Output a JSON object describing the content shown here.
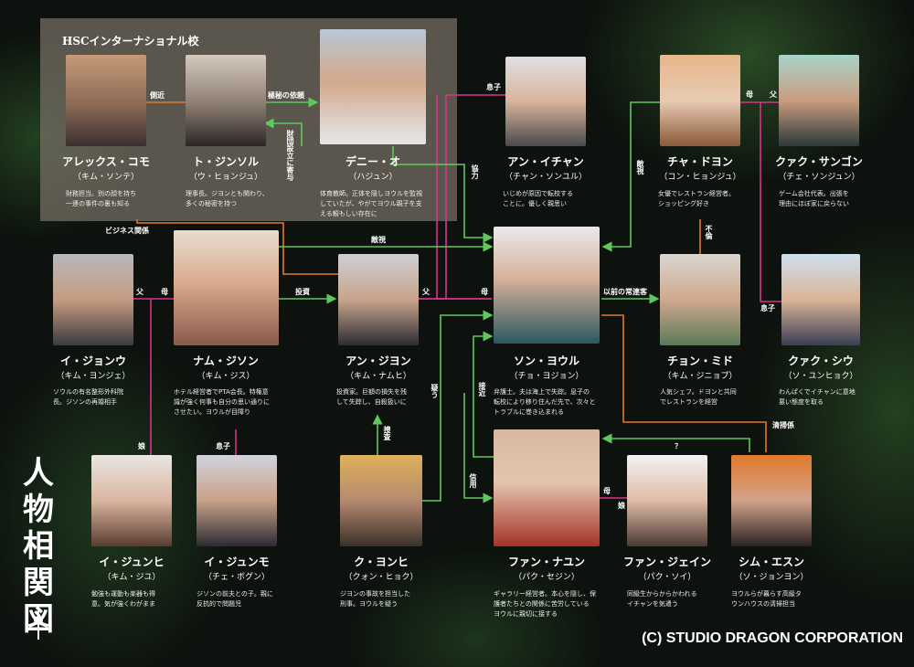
{
  "diagram_title": "人物相関図",
  "copyright": "(C) STUDIO DRAGON CORPORATION",
  "school_label": "HSCインターナショナル校",
  "colors": {
    "green": "#5ec85a",
    "orange": "#e2782e",
    "pink": "#d9338a"
  },
  "people": {
    "alex": {
      "name": "アレックス・コモ",
      "actor": "（キム・ソンテ）",
      "desc": "財務担当。別の顔を持ち\n一連の事件の裏も知る",
      "photo": [
        "#c79a78",
        "#3a3030"
      ]
    },
    "tojinsol": {
      "name": "ト・ジンソル",
      "actor": "（ウ・ヒョンジュ）",
      "desc": "理事長。ジヨンとも関わり、\n多くの秘密を持つ",
      "photo": [
        "#d6c9bd",
        "#2a2526"
      ]
    },
    "danny": {
      "name": "デニー・オ",
      "actor": "（ハジュン）",
      "desc": "体育教師。正体を隠しヨウルを監視\nしていたが、やがてヨウル親子を支\nえる頼もしい存在に",
      "photo": [
        "#d3a98c",
        "#e6e6ea"
      ]
    },
    "ichan": {
      "name": "アン・イチャン",
      "actor": "（チャン・ソンユル）",
      "desc": "いじめが原因で転校する\nことに。優しく親思い",
      "photo": [
        "#dfdfe3",
        "#4a4a4e"
      ]
    },
    "doyon": {
      "name": "チャ・ドヨン",
      "actor": "（コン・ヒョンジュ）",
      "desc": "女優でレストラン経営者。\nショッピング好き",
      "photo": [
        "#e8b68b",
        "#8a5a3a"
      ]
    },
    "sangon": {
      "name": "クァク・サンゴン",
      "actor": "（チェ・ソンジュン）",
      "desc": "ゲーム会社代表。出張を\n理由にほぼ家に戻らない",
      "photo": [
        "#a7d4c9",
        "#2c3a3a"
      ]
    },
    "jongwoo": {
      "name": "イ・ジョンウ",
      "actor": "（キム・ヨンジェ）",
      "desc": "ソウルの有名整形外科院\n長。ジソンの再婚相手",
      "photo": [
        "#b7b7bb",
        "#3a3a40"
      ]
    },
    "jison": {
      "name": "ナム・ジソン",
      "actor": "（キム・ジス）",
      "desc": "ホテル経営者でPTA会長。特権意\n識が強く何事も自分の思い通りに\nさせたい。ヨウルが目障り",
      "photo": [
        "#e8ddcf",
        "#8a5a4a"
      ]
    },
    "jiyon": {
      "name": "アン・ジヨン",
      "actor": "（キム・ナムヒ）",
      "desc": "投資家。巨額の損失を残\nして失踪し、自殺扱いに",
      "photo": [
        "#cfd0d4",
        "#2c2c34"
      ]
    },
    "youl": {
      "name": "ソン・ヨウル",
      "actor": "（チョ・ヨジョン）",
      "desc": "弁護士。夫は海上で失踪。息子の\n転校により移り住んだ先で、次々と\nトラブルに巻き込まれる",
      "photo": [
        "#e9e9ea",
        "#2a5860"
      ]
    },
    "mido": {
      "name": "チョン・ミド",
      "actor": "（キム・ジニョプ）",
      "desc": "人気シェフ。ドヨンと共同\nでレストランを経営",
      "photo": [
        "#dad7d2",
        "#5a7a58"
      ]
    },
    "siu": {
      "name": "クァク・シウ",
      "actor": "（ソ・ユンヒョク）",
      "desc": "わんぱくでイチャンに意地\n悪い態度を取る",
      "photo": [
        "#cfe0ef",
        "#3a3f55"
      ]
    },
    "junhi": {
      "name": "イ・ジュンヒ",
      "actor": "（キム・ジユ）",
      "desc": "勉強も運動も楽器も得\n意。気が強くわがまま",
      "photo": [
        "#eae6e1",
        "#5a3b30"
      ]
    },
    "junmo": {
      "name": "イ・ジュンモ",
      "actor": "（チェ・ボグン）",
      "desc": "ジソンの前夫との子。親に\n反抗的で問題児",
      "photo": [
        "#d0d4dc",
        "#2b2b33"
      ]
    },
    "yonhi": {
      "name": "ク・ヨンヒ",
      "actor": "（クォン・ヒョク）",
      "desc": "ジヨンの事故を担当した\n刑事。ヨウルを疑う",
      "photo": [
        "#e0b15a",
        "#3a3028"
      ]
    },
    "nayun": {
      "name": "ファン・ナユン",
      "actor": "（パク・セジン）",
      "desc": "ギャラリー経営者。本心を隠し、保\n護者たちとの関係に苦労している\nヨウルに親切に接する",
      "photo": [
        "#d8b9a0",
        "#a33326"
      ]
    },
    "jein": {
      "name": "ファン・ジェイン",
      "actor": "（パク・ソイ）",
      "desc": "同級生からからかわれる\nイチャンを気遣う",
      "photo": [
        "#f2f2f2",
        "#4a3a33"
      ]
    },
    "esun": {
      "name": "シム・エスン",
      "actor": "（ソ・ジョンヨン）",
      "desc": "ヨウルらが暮らす高級タ\nウンハウスの清掃担当",
      "photo": [
        "#e07a2a",
        "#2a2222"
      ]
    }
  },
  "relations": {
    "sokkin": "側近",
    "gokuhi": "極秘の依頼",
    "zaidan": "財団設立に寄与",
    "musuko1": "息子",
    "kyoryoku": "協力",
    "tekishi1": "敵視",
    "haha1": "母",
    "chichi1": "父",
    "business": "ビジネス関係",
    "tekishi2": "敵視",
    "fu_rin": "不倫",
    "chichi2": "父",
    "haha2": "母",
    "toshi": "投資",
    "chichi3": "父",
    "haha3": "母",
    "jouren": "以前の常連客",
    "musuko2": "息子",
    "utagau": "疑う",
    "sekkin": "接近",
    "musume1": "娘",
    "musuko3": "息子",
    "sousa": "捜査",
    "shinyo": "信用",
    "question": "？",
    "seisou": "清掃係",
    "haha4": "母",
    "musume2": "娘"
  }
}
